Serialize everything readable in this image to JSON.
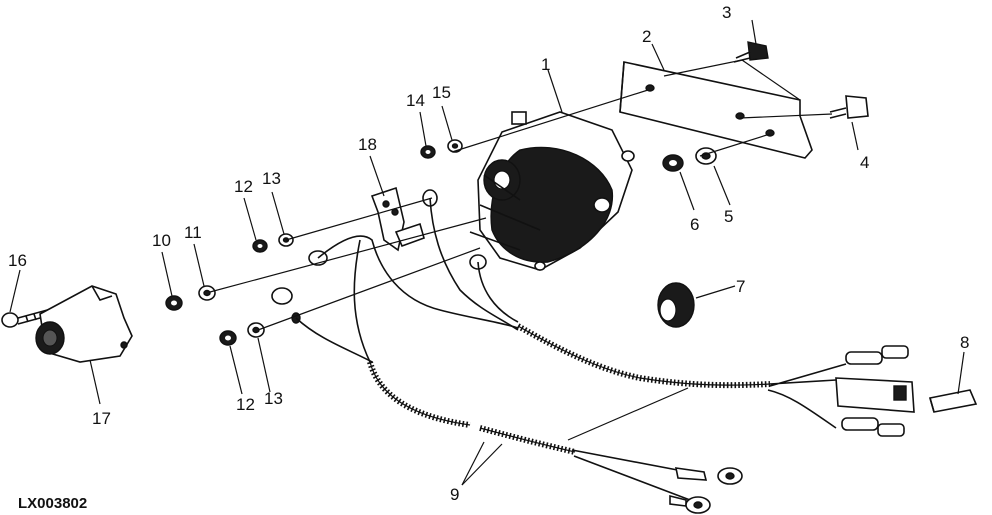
{
  "figure_id": "LX003802",
  "callouts": {
    "c1": "1",
    "c2": "2",
    "c3": "3",
    "c4": "4",
    "c5": "5",
    "c6": "6",
    "c7": "7",
    "c8": "8",
    "c9": "9",
    "c10": "10",
    "c11": "11",
    "c12a": "12",
    "c12b": "12",
    "c13a": "13",
    "c13b": "13",
    "c14": "14",
    "c15": "15",
    "c16": "16",
    "c17": "17",
    "c18": "18"
  }
}
